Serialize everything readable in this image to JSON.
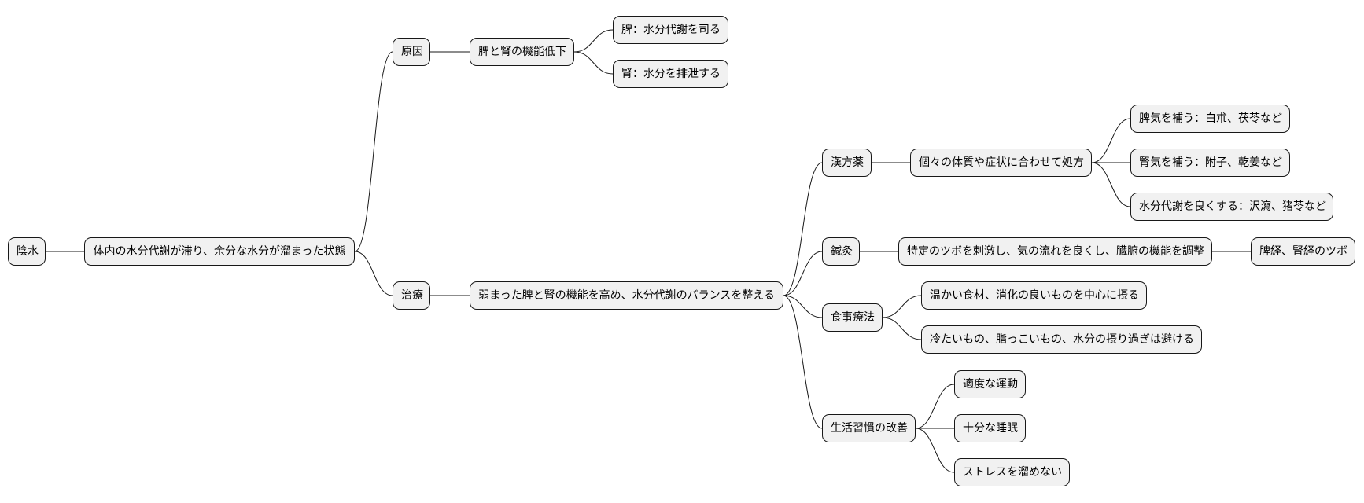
{
  "mindmap": {
    "root": "陰水",
    "definition": "体内の水分代謝が滞り、余分な水分が溜まった状態",
    "cause": {
      "label": "原因",
      "main": "脾と腎の機能低下",
      "details": [
        "脾：水分代謝を司る",
        "腎：水分を排泄する"
      ]
    },
    "treatment": {
      "label": "治療",
      "main": "弱まった脾と腎の機能を高め、水分代謝のバランスを整える",
      "herbal": {
        "label": "漢方薬",
        "main": "個々の体質や症状に合わせて処方",
        "items": [
          "脾気を補う：白朮、茯苓など",
          "腎気を補う：附子、乾姜など",
          "水分代謝を良くする：沢瀉、猪苓など"
        ]
      },
      "acupuncture": {
        "label": "鍼灸",
        "main": "特定のツボを刺激し、気の流れを良くし、臓腑の機能を調整",
        "detail": "脾経、腎経のツボ"
      },
      "diet": {
        "label": "食事療法",
        "items": [
          "温かい食材、消化の良いものを中心に摂る",
          "冷たいもの、脂っこいもの、水分の摂り過ぎは避ける"
        ]
      },
      "lifestyle": {
        "label": "生活習慣の改善",
        "items": [
          "適度な運動",
          "十分な睡眠",
          "ストレスを溜めない"
        ]
      }
    }
  }
}
